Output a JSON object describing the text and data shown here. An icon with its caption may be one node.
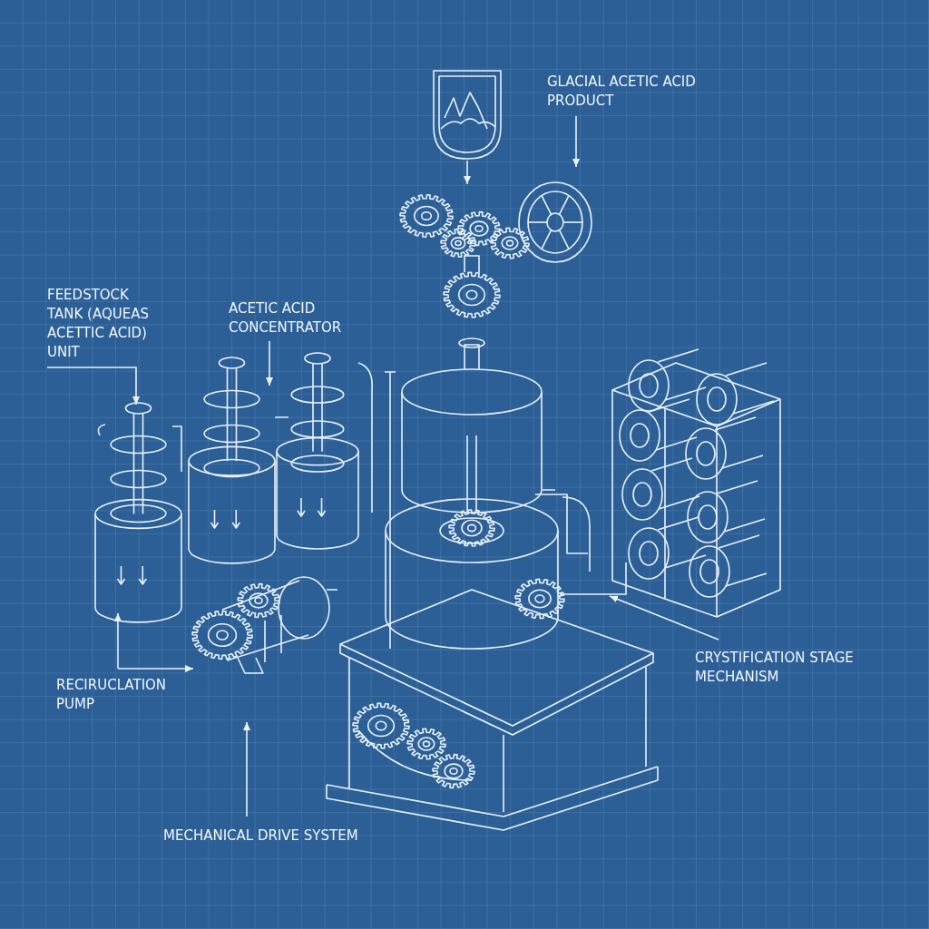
{
  "diagram": {
    "nodes": [
      {
        "text": [
          "GLACIAL ACETIC ACID PRODUCT"
        ]
      },
      {
        "text": [
          "FEEDSTOCK TANK (AQUEAS ACETTIC ACID) UNIT"
        ]
      },
      {
        "text": [
          "ACETIC ACID CONCENTRATOR"
        ]
      },
      {
        "text": [
          "RECIRUCLATION PUMP"
        ]
      },
      {
        "text": [
          "MECHANICAL DRIVE SYSTEM"
        ]
      },
      {
        "text": [
          "CRYSTIFICATION STAGE MECHANISM"
        ]
      },
      {
        "text": [],
        "shape": "picture"
      },
      {
        "text": [],
        "shape": "picture"
      },
      {
        "text": [],
        "shape": "picture"
      },
      {
        "text": [],
        "shape": "picture"
      },
      {
        "text": [],
        "shape": "picture"
      },
      {
        "text": [],
        "shape": "picture"
      }
    ],
    "edges": [
      {
        "from": 0,
        "to": 7,
        "arrow": "to"
      },
      {
        "from": 6,
        "to": 7,
        "arrow": "to"
      },
      {
        "from": 1,
        "to": 8,
        "arrow": "to"
      },
      {
        "from": 3,
        "to": 8,
        "arrow": "to"
      },
      {
        "from": 3,
        "to": 10,
        "arrow": "to"
      },
      {
        "from": 4,
        "to": 10,
        "arrow": "to"
      },
      {
        "from": 2,
        "to": 9,
        "arrow": "to"
      },
      {
        "from": 5,
        "to": 11,
        "arrow": "to"
      }
    ]
  }
}
